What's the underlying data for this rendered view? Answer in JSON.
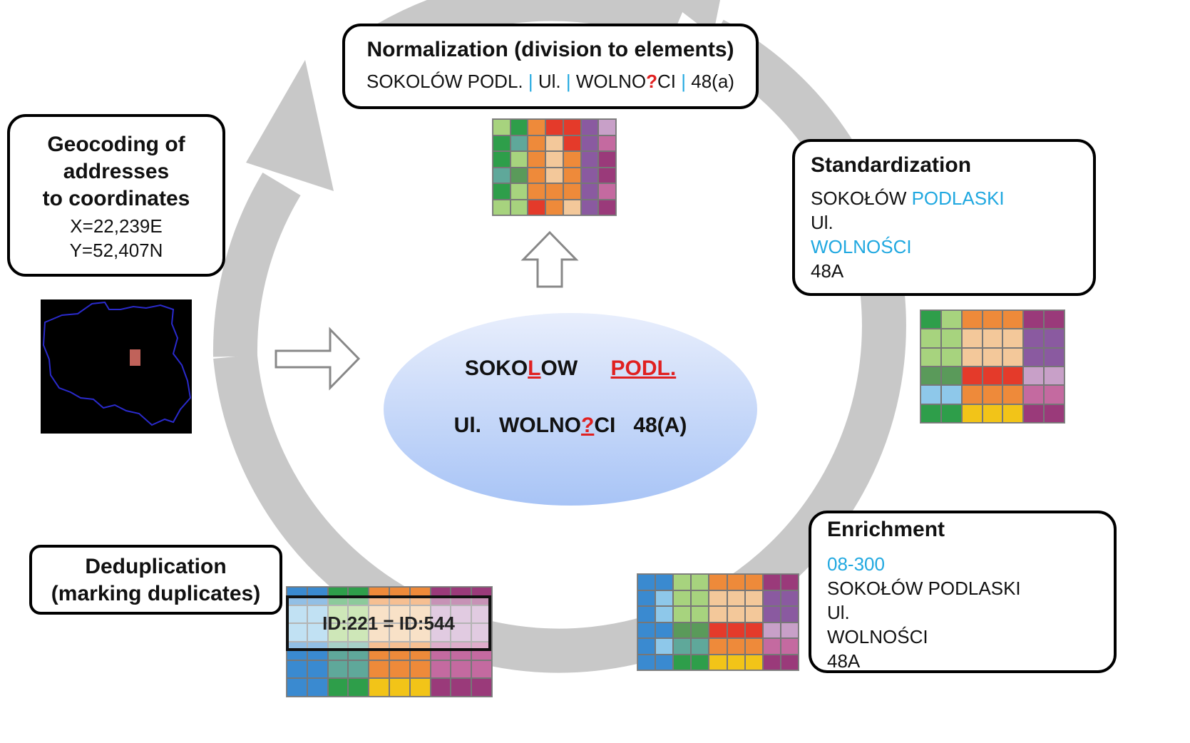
{
  "steps": {
    "normalization": {
      "title": "Normalization (division to elements)",
      "parts": [
        "SOKOLÓW PODL.",
        "Ul.",
        "WOLNO",
        "?",
        "CI",
        "48(a)"
      ],
      "separator": "|"
    },
    "standardization": {
      "title": "Standardization",
      "lines": [
        "SOKOŁÓW ",
        "PODLASKI",
        "Ul.",
        "WOLNOŚCI",
        "48A"
      ]
    },
    "enrichment": {
      "title": "Enrichment",
      "lines": [
        "08-300",
        "SOKOŁÓW PODLASKI",
        "Ul.",
        "WOLNOŚCI",
        "48A"
      ]
    },
    "deduplication": {
      "title_line1": "Deduplication",
      "title_line2": "(marking duplicates)",
      "duplicate_label": "ID:221 = ID:544"
    },
    "geocoding": {
      "title_line1": "Geocoding  of",
      "title_line2": "addresses",
      "title_line3": "to coordinates",
      "x": "X=22,239E",
      "y": "Y=52,407N"
    }
  },
  "center": {
    "line1_a": "SOKO",
    "line1_b": "L",
    "line1_c": "OW",
    "line1_d": "PODL.",
    "line2_a": "Ul.   WOLNO",
    "line2_b": "?",
    "line2_c": "CI   48(A)"
  },
  "colors": {
    "ring": "#c8c8c8",
    "ellipse_top": "#e8eefc",
    "ellipse_bottom": "#a8c4f6",
    "accent_blue": "#20a8e0",
    "error_red": "#e02020",
    "border_blue": "#2a2acc",
    "region_red": "#c0625a"
  }
}
